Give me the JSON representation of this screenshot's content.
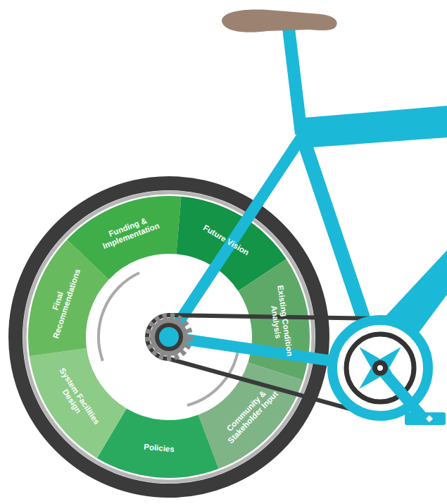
{
  "diagram": {
    "nodes": [
      {
        "text": [
          "Funding & Implementation"
        ]
      },
      {
        "text": [
          "Future Vision"
        ]
      },
      {
        "text": [
          "Existing Condition Analysis"
        ]
      },
      {
        "text": [
          "Community & Stakeholder Input"
        ]
      },
      {
        "text": [
          "Policies"
        ]
      },
      {
        "text": [
          "System Facilities Design"
        ]
      },
      {
        "text": [
          "Final Recommendations"
        ]
      }
    ]
  }
}
